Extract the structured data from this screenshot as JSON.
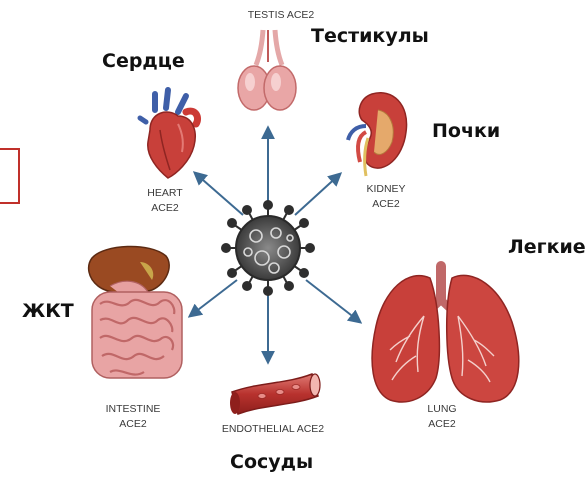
{
  "labels_ru": {
    "testicles": "Тестикулы",
    "heart": "Сердце",
    "kidneys": "Почки",
    "lungs": "Легкие",
    "gi_tract": "ЖКТ",
    "vessels": "Сосуды"
  },
  "labels_en": {
    "testis": "TESTIS ACE2",
    "heart_line1": "HEART",
    "heart_line2": "ACE2",
    "kidney_line1": "KIDNEY",
    "kidney_line2": "ACE2",
    "intestine_line1": "INTESTINE",
    "intestine_line2": "ACE2",
    "endothelial": "ENDOTHELIAL ACE2",
    "lung_line1": "LUNG",
    "lung_line2": "ACE2"
  },
  "colors": {
    "arrow": "#3d6a92",
    "frame": "#c0302a",
    "organ_red": "#c8403a",
    "organ_pink": "#e7a3a3"
  }
}
